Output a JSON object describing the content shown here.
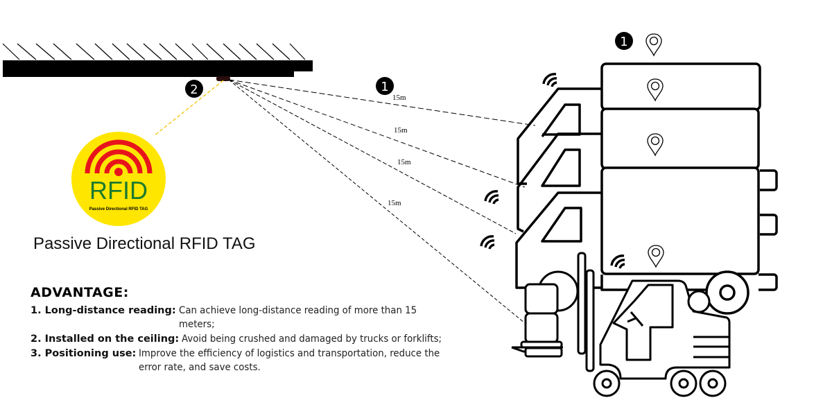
{
  "diagram": {
    "title": "Passive Directional RFID TAG",
    "tag_badge": {
      "logo_text": "RFID",
      "caption": "Passive Directional RFID TAG",
      "colors": {
        "background": "#FFE600",
        "waves": "#E8141C",
        "text": "#1C7A2E"
      }
    },
    "markers": {
      "ceiling_tag": "2",
      "beam": "1",
      "location": "1"
    },
    "distances": [
      "15m",
      "15m",
      "15m",
      "15m"
    ],
    "leader_line_color": "#F2C200"
  },
  "advantage": {
    "heading": "ADVANTAGE:",
    "items": [
      {
        "label": "1. Long-distance reading:",
        "desc": "Can achieve long-distance reading of more than 15 meters;"
      },
      {
        "label": "2. Installed on the ceiling:",
        "desc": "Avoid being crushed and damaged by trucks or forklifts;"
      },
      {
        "label": "3. Positioning use:",
        "desc": "Improve the efficiency of logistics and transportation, reduce the error rate, and save costs."
      }
    ]
  }
}
